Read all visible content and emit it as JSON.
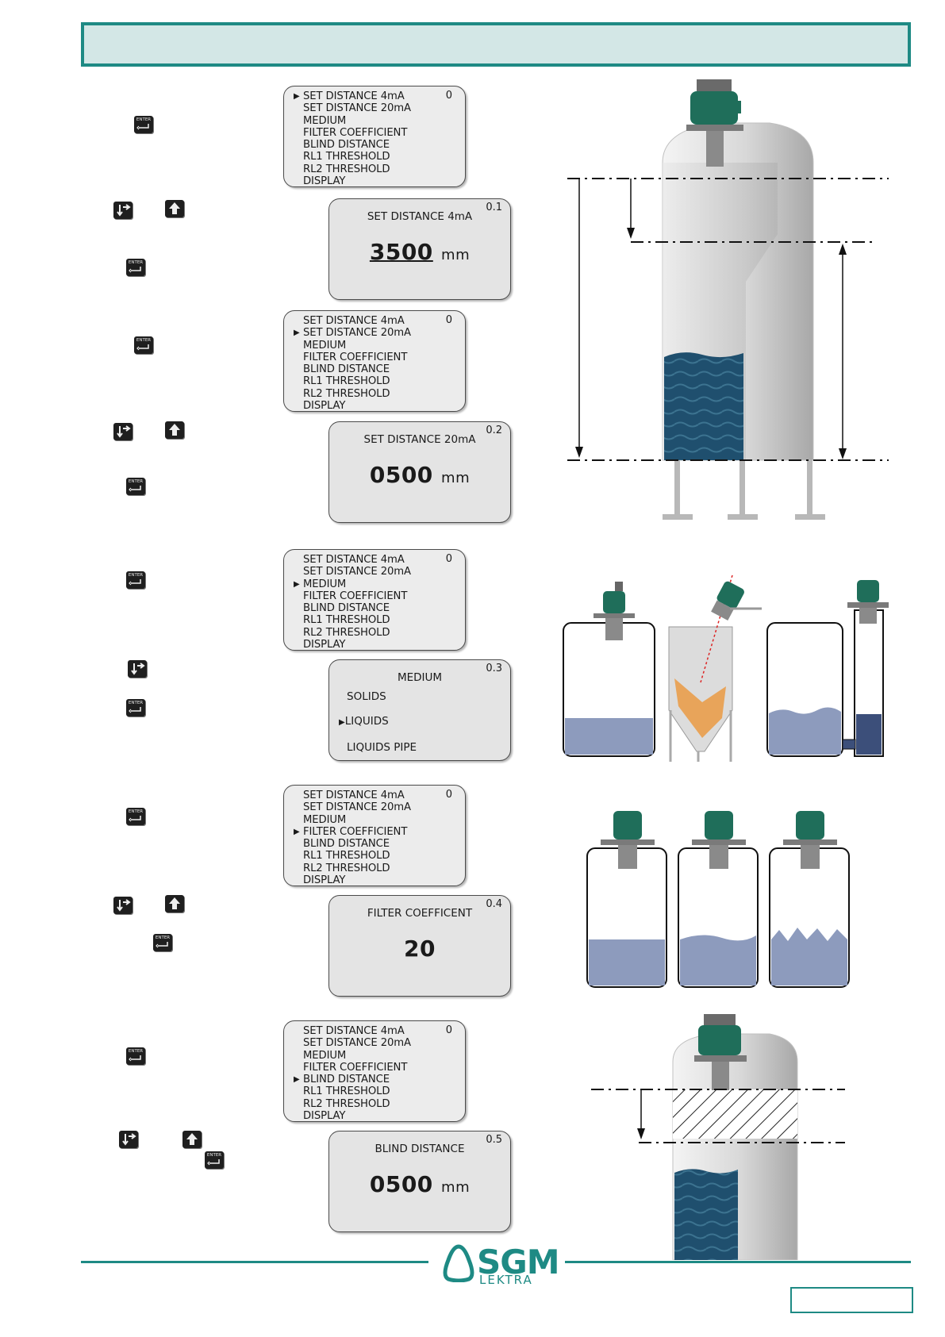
{
  "menu_items": [
    "SET DISTANCE 4mA",
    "SET DISTANCE 20mA",
    "MEDIUM",
    "FILTER COEFFICIENT",
    "BLIND DISTANCE",
    "RL1 THRESHOLD",
    "RL2 THRESHOLD",
    "DISPLAY"
  ],
  "menus": [
    {
      "index": "0",
      "items": [
        "SET DISTANCE 4mA",
        "SET DISTANCE 20mA",
        "MEDIUM",
        "FILTER COEFFICIENT",
        "BLIND DISTANCE",
        "RL1 THRESHOLD",
        "RL2 THRESHOLD",
        "DISPLAY"
      ],
      "selected": 0
    },
    {
      "index": "0",
      "items": [
        "SET DISTANCE 4mA",
        "SET DISTANCE 20mA",
        "MEDIUM",
        "FILTER COEFFICIENT",
        "BLIND DISTANCE",
        "RL1 THRESHOLD",
        "RL2 THRESHOLD",
        "DISPLAY"
      ],
      "selected": 1
    },
    {
      "index": "0",
      "items": [
        "SET DISTANCE 4mA",
        "SET DISTANCE 20mA",
        "MEDIUM",
        "FILTER COEFFICIENT",
        "BLIND DISTANCE",
        "RL1 THRESHOLD",
        "RL2 THRESHOLD",
        "DISPLAY"
      ],
      "selected": 2
    },
    {
      "index": "0",
      "items": [
        "SET DISTANCE 4mA",
        "SET DISTANCE 20mA",
        "MEDIUM",
        "FILTER COEFFICIENT",
        "BLIND DISTANCE",
        "RL1 THRESHOLD",
        "RL2 THRESHOLD",
        "DISPLAY"
      ],
      "selected": 3
    },
    {
      "index": "0",
      "items": [
        "SET DISTANCE 4mA",
        "SET DISTANCE 20mA",
        "MEDIUM",
        "FILTER COEFFICIENT",
        "BLIND DISTANCE",
        "RL1 THRESHOLD",
        "RL2 THRESHOLD",
        "DISPLAY"
      ],
      "selected": 4
    }
  ],
  "screens": {
    "s1": {
      "num": "0.1",
      "title": "SET DISTANCE 4mA",
      "value": "3500",
      "unit": "mm"
    },
    "s2": {
      "num": "0.2",
      "title": "SET DISTANCE 20mA",
      "value": "0500",
      "unit": "mm"
    },
    "s3": {
      "num": "0.3",
      "title": "MEDIUM",
      "opt1": "SOLIDS",
      "opt2": "LIQUIDS",
      "opt3": "LIQUIDS PIPE"
    },
    "s4": {
      "num": "0.4",
      "title": "FILTER COEFFICENT",
      "value": "20"
    },
    "s5": {
      "num": "0.5",
      "title": "BLIND DISTANCE",
      "value": "0500",
      "unit": "mm"
    }
  },
  "keys": {
    "enter_label": "ENTER"
  },
  "logo": {
    "main": "SGM",
    "sub": "LEKTRA"
  },
  "colors": {
    "accent": "#1e8a84",
    "header_fill": "#d3e7e6",
    "lcd": "#e4e4e4",
    "water": "#1f4f6e",
    "liquid": "#8d9bbd",
    "sensor": "#1f6e5a",
    "solid": "#e8a45a"
  }
}
